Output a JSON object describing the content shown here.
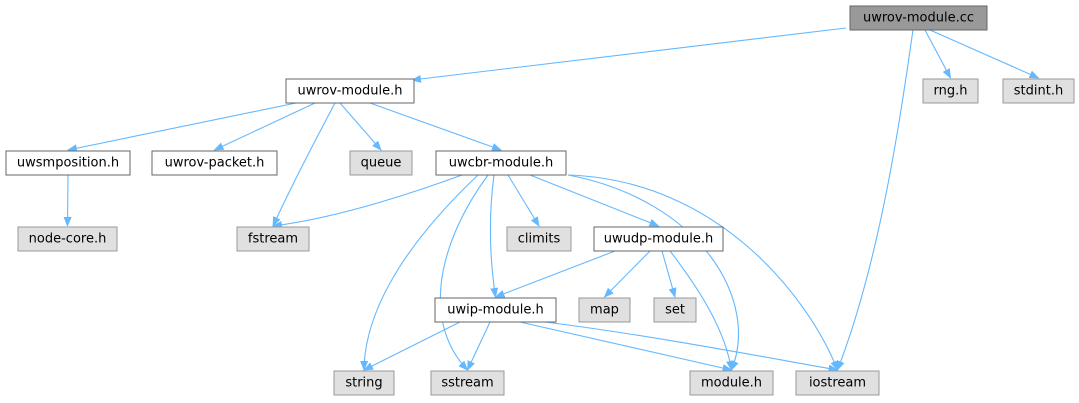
{
  "graph": {
    "edge_color": "#63b8ff",
    "nodes": [
      {
        "id": "root",
        "label": "uwrov-module.cc",
        "kind": "root"
      },
      {
        "id": "rng",
        "label": "rng.h",
        "kind": "external"
      },
      {
        "id": "stdint",
        "label": "stdint.h",
        "kind": "external"
      },
      {
        "id": "uwrovh",
        "label": "uwrov-module.h",
        "kind": "local"
      },
      {
        "id": "uwsm",
        "label": "uwsmposition.h",
        "kind": "local"
      },
      {
        "id": "uwrovpkt",
        "label": "uwrov-packet.h",
        "kind": "local"
      },
      {
        "id": "queue",
        "label": "queue",
        "kind": "external"
      },
      {
        "id": "uwcbr",
        "label": "uwcbr-module.h",
        "kind": "local"
      },
      {
        "id": "nodecore",
        "label": "node-core.h",
        "kind": "external"
      },
      {
        "id": "fstream",
        "label": "fstream",
        "kind": "external"
      },
      {
        "id": "climits",
        "label": "climits",
        "kind": "external"
      },
      {
        "id": "uwudp",
        "label": "uwudp-module.h",
        "kind": "local"
      },
      {
        "id": "map",
        "label": "map",
        "kind": "external"
      },
      {
        "id": "set",
        "label": "set",
        "kind": "external"
      },
      {
        "id": "uwip",
        "label": "uwip-module.h",
        "kind": "local"
      },
      {
        "id": "string",
        "label": "string",
        "kind": "external"
      },
      {
        "id": "sstream",
        "label": "sstream",
        "kind": "external"
      },
      {
        "id": "moduleh",
        "label": "module.h",
        "kind": "external"
      },
      {
        "id": "iostream",
        "label": "iostream",
        "kind": "external"
      }
    ],
    "edges": [
      {
        "from": "root",
        "to": "uwrovh"
      },
      {
        "from": "root",
        "to": "rng"
      },
      {
        "from": "root",
        "to": "stdint"
      },
      {
        "from": "root",
        "to": "iostream"
      },
      {
        "from": "uwrovh",
        "to": "uwsm"
      },
      {
        "from": "uwrovh",
        "to": "uwrovpkt"
      },
      {
        "from": "uwrovh",
        "to": "queue"
      },
      {
        "from": "uwrovh",
        "to": "uwcbr"
      },
      {
        "from": "uwrovh",
        "to": "fstream"
      },
      {
        "from": "uwsm",
        "to": "nodecore"
      },
      {
        "from": "uwcbr",
        "to": "fstream"
      },
      {
        "from": "uwcbr",
        "to": "climits"
      },
      {
        "from": "uwcbr",
        "to": "uwudp"
      },
      {
        "from": "uwcbr",
        "to": "uwip"
      },
      {
        "from": "uwcbr",
        "to": "string"
      },
      {
        "from": "uwcbr",
        "to": "sstream"
      },
      {
        "from": "uwcbr",
        "to": "moduleh"
      },
      {
        "from": "uwcbr",
        "to": "iostream"
      },
      {
        "from": "uwudp",
        "to": "uwip"
      },
      {
        "from": "uwudp",
        "to": "map"
      },
      {
        "from": "uwudp",
        "to": "set"
      },
      {
        "from": "uwudp",
        "to": "moduleh"
      },
      {
        "from": "uwip",
        "to": "string"
      },
      {
        "from": "uwip",
        "to": "sstream"
      },
      {
        "from": "uwip",
        "to": "moduleh"
      },
      {
        "from": "uwip",
        "to": "iostream"
      }
    ]
  }
}
